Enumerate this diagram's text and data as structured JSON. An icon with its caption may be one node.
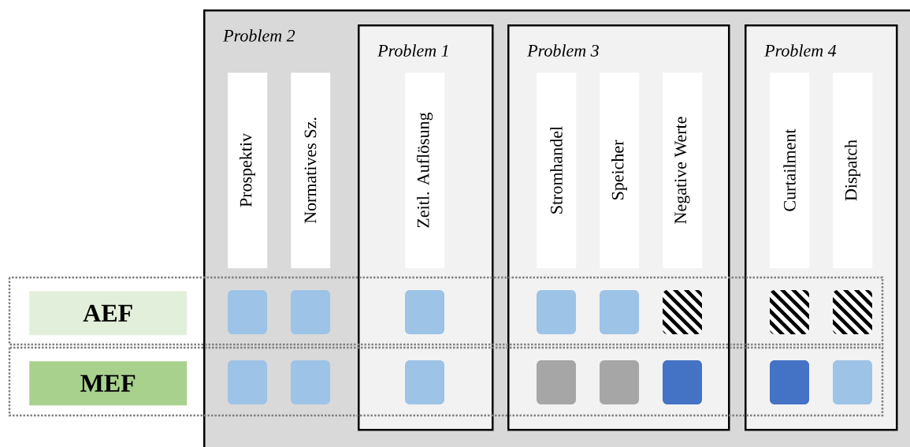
{
  "diagram": {
    "nodes": [
      {
        "text": [
          "Problem 2"
        ]
      },
      {
        "text": [
          "Prospektiv"
        ],
        "in": 0
      },
      {
        "text": [
          "Normatives Sz."
        ],
        "in": 0
      },
      {
        "text": [
          "Problem 1"
        ],
        "in": 0
      },
      {
        "text": [
          "Zeitl. Auflösung"
        ],
        "in": 3
      },
      {
        "text": [
          "Problem 3"
        ],
        "in": 0
      },
      {
        "text": [
          "Stromhandel"
        ],
        "in": 5
      },
      {
        "text": [
          "Speicher"
        ],
        "in": 5
      },
      {
        "text": [
          "Negative Werte"
        ],
        "in": 5
      },
      {
        "text": [
          "Problem 4"
        ],
        "in": 0
      },
      {
        "text": [
          "Curtailment"
        ],
        "in": 9
      },
      {
        "text": [
          "Dispatch"
        ],
        "in": 9
      },
      {
        "text": [
          "AEF"
        ]
      },
      {
        "text": [
          "MEF"
        ]
      }
    ]
  }
}
